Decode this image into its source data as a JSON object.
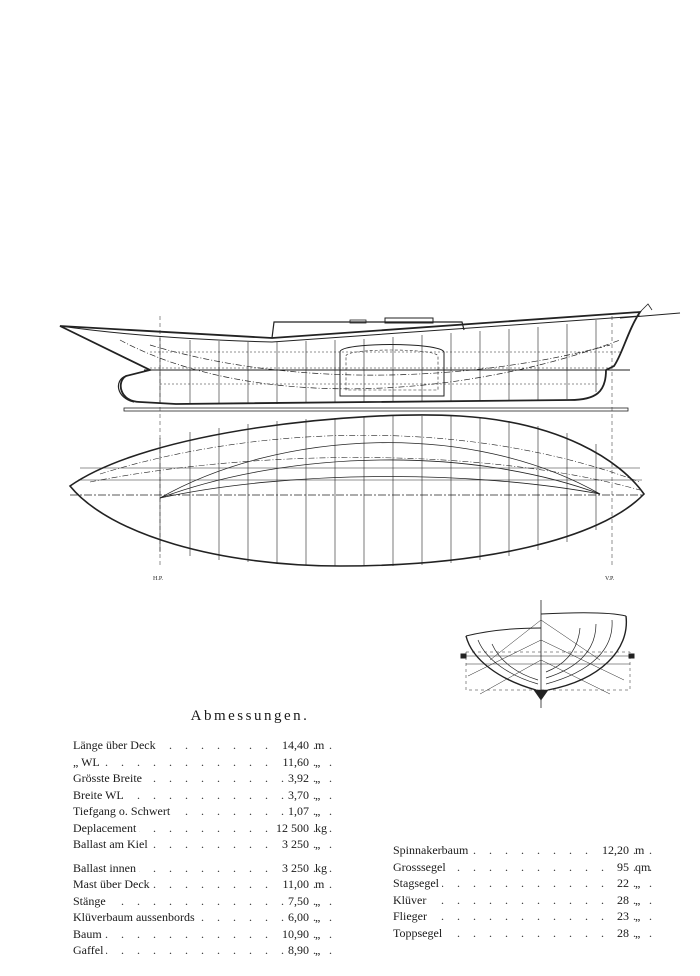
{
  "heading": "Abmessungen.",
  "station_marks": {
    "left": "H.P.",
    "right": "V.P."
  },
  "left_table": {
    "group_1": [
      {
        "label": "Länge über Deck",
        "value": "14,40",
        "unit": "m"
      },
      {
        "label": "„   WL",
        "value": "11,60",
        "unit": "„"
      },
      {
        "label": "Grösste Breite",
        "value": "3,92",
        "unit": "„"
      },
      {
        "label": "Breite WL",
        "value": "3,70",
        "unit": "„"
      },
      {
        "label": "Tiefgang o. Schwert",
        "value": "1,07",
        "unit": "„"
      },
      {
        "label": "Deplacement",
        "value": "12 500",
        "unit": "kg"
      },
      {
        "label": "Ballast am Kiel",
        "value": "3 250",
        "unit": "„"
      }
    ],
    "group_2": [
      {
        "label": "Ballast innen",
        "value": "3 250",
        "unit": "kg"
      },
      {
        "label": "Mast über Deck",
        "value": "11,00",
        "unit": "m"
      },
      {
        "label": "Stänge",
        "value": "7,50",
        "unit": "„"
      },
      {
        "label": "Klüverbaum aussenbords",
        "value": "6,00",
        "unit": "„"
      },
      {
        "label": "Baum",
        "value": "10,90",
        "unit": "„"
      },
      {
        "label": "Gaffel",
        "value": "8,90",
        "unit": "„"
      }
    ]
  },
  "right_table": [
    {
      "label": "Spinnakerbaum",
      "value": "12,20",
      "unit": "m"
    },
    {
      "label": "Grosssegel",
      "value": "95",
      "unit": "qm"
    },
    {
      "label": "Stagsegel",
      "value": "22",
      "unit": "„"
    },
    {
      "label": "Klüver",
      "value": "28",
      "unit": "„"
    },
    {
      "label": "Flieger",
      "value": "23",
      "unit": "„"
    },
    {
      "label": "Toppsegel",
      "value": "28",
      "unit": "„"
    }
  ]
}
